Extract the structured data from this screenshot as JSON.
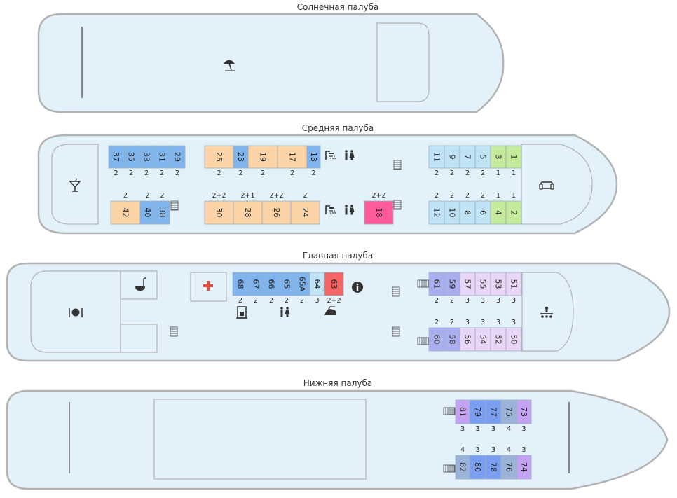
{
  "decks": [
    {
      "id": "sun",
      "title": "Солнечная палуба",
      "cabins": []
    },
    {
      "id": "middle",
      "title": "Средняя палуба",
      "cabins": [
        {
          "n": "37",
          "cap": "2",
          "c": "blue"
        },
        {
          "n": "35",
          "cap": "2",
          "c": "blue"
        },
        {
          "n": "33",
          "cap": "2",
          "c": "blue"
        },
        {
          "n": "31",
          "cap": "2",
          "c": "blue"
        },
        {
          "n": "29",
          "cap": "2",
          "c": "blue"
        },
        {
          "n": "25",
          "cap": "2",
          "c": "orange"
        },
        {
          "n": "23",
          "cap": "2",
          "c": "blue"
        },
        {
          "n": "19",
          "cap": "2",
          "c": "orange"
        },
        {
          "n": "17",
          "cap": "2",
          "c": "orange"
        },
        {
          "n": "13",
          "cap": "2",
          "c": "blue"
        },
        {
          "n": "42",
          "cap": "2",
          "c": "orange"
        },
        {
          "n": "40",
          "cap": "2",
          "c": "blue"
        },
        {
          "n": "38",
          "cap": "2",
          "c": "blue"
        },
        {
          "n": "30",
          "cap": "2+2",
          "c": "orange"
        },
        {
          "n": "28",
          "cap": "2+1",
          "c": "orange"
        },
        {
          "n": "26",
          "cap": "2+2",
          "c": "orange"
        },
        {
          "n": "24",
          "cap": "2",
          "c": "orange"
        },
        {
          "n": "18",
          "cap": "2+2",
          "c": "pink"
        },
        {
          "n": "11",
          "cap": "2",
          "c": "lightblue"
        },
        {
          "n": "9",
          "cap": "2",
          "c": "lightblue"
        },
        {
          "n": "7",
          "cap": "2",
          "c": "lightblue"
        },
        {
          "n": "5",
          "cap": "2",
          "c": "lightblue"
        },
        {
          "n": "3",
          "cap": "1",
          "c": "green"
        },
        {
          "n": "1",
          "cap": "1",
          "c": "green"
        },
        {
          "n": "12",
          "cap": "2",
          "c": "lightblue"
        },
        {
          "n": "10",
          "cap": "2",
          "c": "lightblue"
        },
        {
          "n": "8",
          "cap": "2",
          "c": "lightblue"
        },
        {
          "n": "6",
          "cap": "2",
          "c": "lightblue"
        },
        {
          "n": "4",
          "cap": "1",
          "c": "green"
        },
        {
          "n": "2",
          "cap": "1",
          "c": "green"
        }
      ]
    },
    {
      "id": "main",
      "title": "Главная палуба",
      "cabins": [
        {
          "n": "68",
          "cap": "2",
          "c": "blue"
        },
        {
          "n": "67",
          "cap": "2",
          "c": "blue"
        },
        {
          "n": "66",
          "cap": "2",
          "c": "blue"
        },
        {
          "n": "65",
          "cap": "2",
          "c": "blue"
        },
        {
          "n": "65A",
          "cap": "2",
          "c": "blue"
        },
        {
          "n": "64",
          "cap": "3",
          "c": "lightblue"
        },
        {
          "n": "63",
          "cap": "2+2",
          "c": "red"
        },
        {
          "n": "61",
          "cap": "2",
          "c": "violet"
        },
        {
          "n": "59",
          "cap": "2",
          "c": "violet"
        },
        {
          "n": "57",
          "cap": "3",
          "c": "lilac"
        },
        {
          "n": "55",
          "cap": "3",
          "c": "lilac"
        },
        {
          "n": "53",
          "cap": "3",
          "c": "lilac"
        },
        {
          "n": "51",
          "cap": "3",
          "c": "lilac"
        },
        {
          "n": "60",
          "cap": "2",
          "c": "violet"
        },
        {
          "n": "58",
          "cap": "2",
          "c": "violet"
        },
        {
          "n": "56",
          "cap": "3",
          "c": "lilac"
        },
        {
          "n": "54",
          "cap": "3",
          "c": "lilac"
        },
        {
          "n": "52",
          "cap": "3",
          "c": "lilac"
        },
        {
          "n": "50",
          "cap": "3",
          "c": "lilac"
        }
      ]
    },
    {
      "id": "lower",
      "title": "Нижняя палуба",
      "cabins": [
        {
          "n": "81",
          "cap": "3",
          "c": "purple"
        },
        {
          "n": "79",
          "cap": "3",
          "c": "blue2"
        },
        {
          "n": "77",
          "cap": "3",
          "c": "blue2"
        },
        {
          "n": "75",
          "cap": "4",
          "c": "slate"
        },
        {
          "n": "73",
          "cap": "3",
          "c": "purple"
        },
        {
          "n": "82",
          "cap": "4",
          "c": "slate"
        },
        {
          "n": "80",
          "cap": "3",
          "c": "blue2"
        },
        {
          "n": "78",
          "cap": "3",
          "c": "blue2"
        },
        {
          "n": "76",
          "cap": "4",
          "c": "slate"
        },
        {
          "n": "74",
          "cap": "3",
          "c": "purple"
        }
      ]
    }
  ],
  "colors": {
    "hull": "#e3f1fb",
    "hull_stroke": "#b3b3b3",
    "blue": "#7fb4ec",
    "lightblue": "#bfe2f4",
    "orange": "#fbd3a6",
    "green": "#c6ea9b",
    "pink": "#ff5b9a",
    "red": "#f56565",
    "violet": "#a9afee",
    "lilac": "#e9d5f6",
    "purple": "#c4a2f2",
    "blue2": "#7a9ff0",
    "slate": "#9bb3d9",
    "cabin_stroke": "#9ab0c4"
  }
}
